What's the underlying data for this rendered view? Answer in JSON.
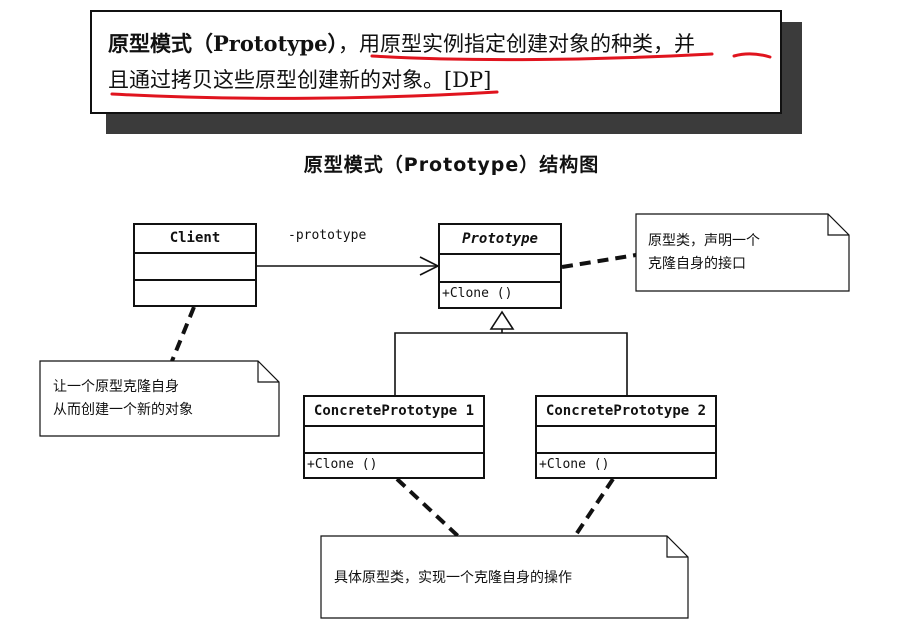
{
  "definition": {
    "term": "原型模式（Prototype）",
    "comma": "，",
    "underlined_part": "用原型实例指定创建对象的种类",
    "comma2": "，",
    "line1_tail": "并",
    "line2_underlined": "且通过拷贝这些原型创建新的对象",
    "line2_end": "。[DP]"
  },
  "diagram_title": "原型模式（Prototype）结构图",
  "classes": {
    "client": {
      "name": "Client"
    },
    "prototype": {
      "name": "Prototype",
      "operation": "+Clone ()"
    },
    "concrete1": {
      "name": "ConcretePrototype 1",
      "operation": "+Clone ()"
    },
    "concrete2": {
      "name": "ConcretePrototype 2",
      "operation": "+Clone ()"
    }
  },
  "association_label": "-prototype",
  "notes": {
    "prototype_note": {
      "line1": "原型类，声明一个",
      "line2": "克隆自身的接口"
    },
    "client_note": {
      "line1": "让一个原型克隆自身",
      "line2": "从而创建一个新的对象"
    },
    "concrete_note": {
      "line1": "具体原型类，实现一个克隆自身的操作"
    }
  },
  "colors": {
    "underline": "#e0141e",
    "shadow": "#3b3b3b",
    "line": "#111111"
  }
}
